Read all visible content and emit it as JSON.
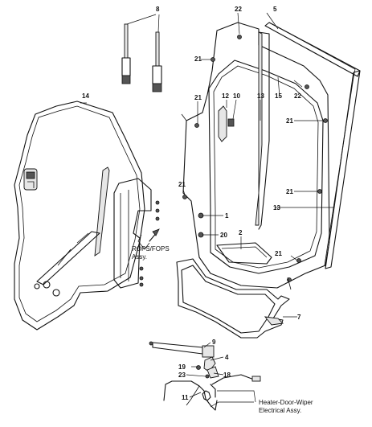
{
  "callouts": {
    "c1": "1",
    "c2": "2",
    "c4": "4",
    "c5": "5",
    "c7": "7",
    "c8": "8",
    "c9": "9",
    "c10": "10",
    "c11": "11",
    "c12": "12",
    "c13a": "13",
    "c13b": "13",
    "c14": "14",
    "c15": "15",
    "c18": "18",
    "c19": "19",
    "c20": "20",
    "c21a": "21",
    "c21b": "21",
    "c21c": "21",
    "c21d": "21",
    "c21e": "21",
    "c21f": "21",
    "c22a": "22",
    "c22b": "22",
    "c23": "23"
  },
  "notes": {
    "rops_line1": "ROPS/FOPS",
    "rops_line2": "Assy.",
    "harness_line1": "Heater-Door-Wiper",
    "harness_line2": "Electrical Assy."
  }
}
